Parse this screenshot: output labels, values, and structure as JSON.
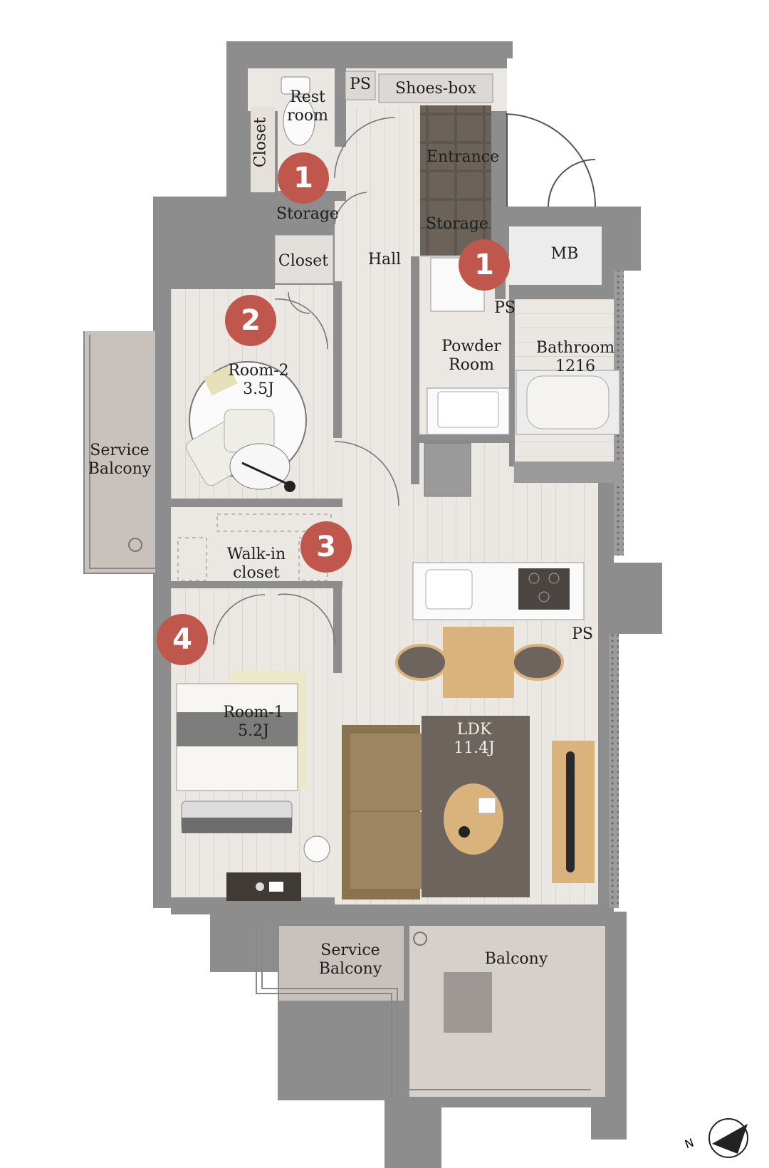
{
  "rooms": {
    "restroom": [
      "Rest",
      "room"
    ],
    "closet_left": "Closet",
    "ps_top": "PS",
    "shoes_box": "Shoes-box",
    "entrance": "Entrance",
    "storage_left": "Storage",
    "storage_right": "Storage",
    "closet_room2": "Closet",
    "hall": "Hall",
    "mb": "MB",
    "ps_bath": "PS",
    "powder_room": [
      "Powder",
      "Room"
    ],
    "bathroom": [
      "Bathroom",
      "1216"
    ],
    "room2": [
      "Room-2",
      "3.5J"
    ],
    "service_balcony_west": [
      "Service",
      "Balcony"
    ],
    "walk_in_closet": [
      "Walk-in",
      "closet"
    ],
    "ps_kitchen": "PS",
    "room1": [
      "Room-1",
      "5.2J"
    ],
    "ldk": [
      "LDK",
      "11.4J"
    ],
    "service_balcony_south": [
      "Service",
      "Balcony"
    ],
    "balcony": "Balcony"
  },
  "markers": [
    "1",
    "1",
    "2",
    "3",
    "4"
  ],
  "compass": {
    "label": "N",
    "icon": "north-arrow-icon"
  },
  "colors": {
    "wall": "#8d8d8d",
    "wall_dark": "#6f6f6f",
    "floor": "#ebe7e2",
    "floor_line": "#d9d4ce",
    "marker": "#c0574d",
    "tile": "#5e5650",
    "sofa": "#8a7450",
    "rug": "#6d645d",
    "wood": "#d9b27c",
    "balcony": "#c9c2bc",
    "tub": "#f5f3f0"
  }
}
